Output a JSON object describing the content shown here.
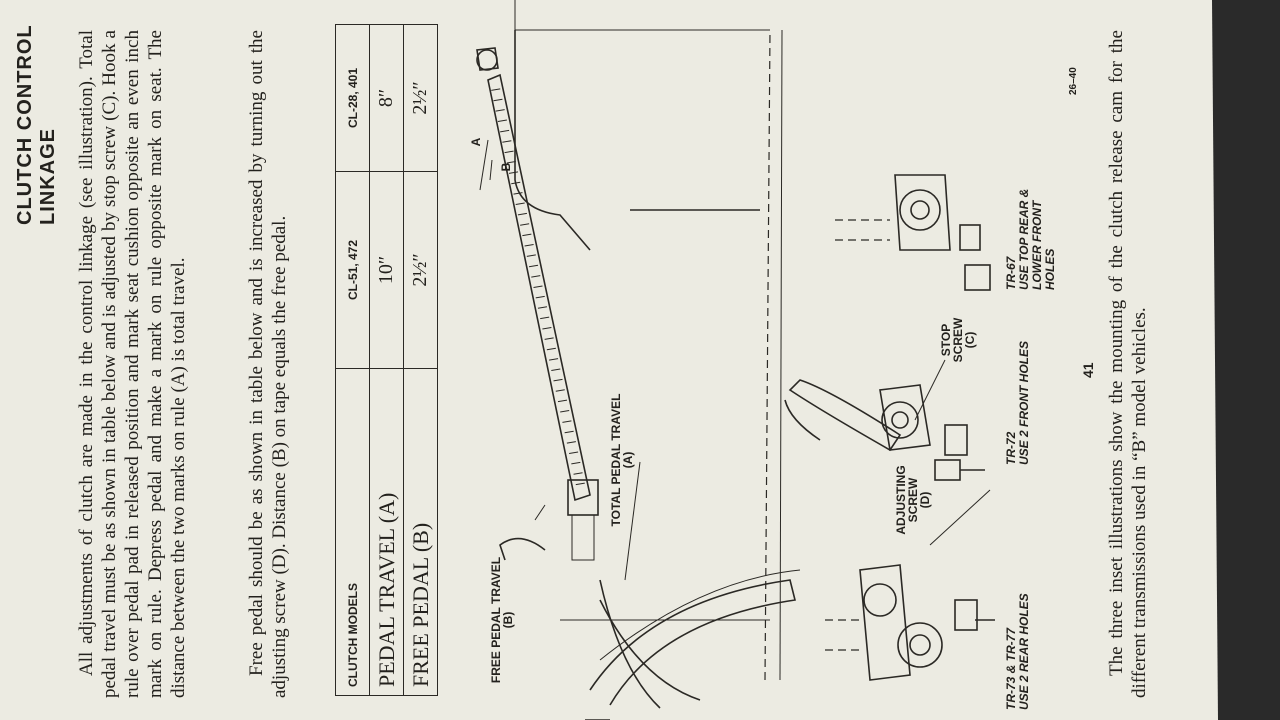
{
  "page": {
    "title": "CLUTCH CONTROL LINKAGE",
    "paragraph1": "All adjustments of clutch are made in the control linkage (see illustration). Total pedal travel must be as shown in table below and is adjusted by stop screw (C). Hook a rule over pedal pad in released position and mark seat cushion opposite an even inch mark on rule. Depress pedal and make a mark on rule opposite mark on seat. The distance between the two marks on rule (A) is total travel.",
    "paragraph2": "Free pedal should be as shown in table below and is increased by turning out the adjusting screw (D). Distance (B) on tape equals the free pedal.",
    "footer_paragraph": "The three inset illustrations show the mounting of the clutch release cam for the different transmissions used in “B” model vehicles.",
    "page_number": "41",
    "figure_number": "26–40"
  },
  "table": {
    "header": [
      "CLUTCH MODELS",
      "CL-51, 472",
      "CL-28, 401"
    ],
    "rows": [
      {
        "label": "PEDAL TRAVEL (A)",
        "values": [
          "10″",
          "8″"
        ]
      },
      {
        "label": "FREE PEDAL (B)",
        "values": [
          "2½″",
          "2½″"
        ]
      }
    ]
  },
  "diagram": {
    "labels": {
      "free_pedal_travel": "FREE PEDAL TRAVEL",
      "free_pedal_travel_sub": "(B)",
      "total_pedal_travel": "TOTAL PEDAL TRAVEL",
      "total_pedal_travel_sub": "(A)",
      "adjusting_screw": "ADJUSTING SCREW",
      "adjusting_screw_sub": "(D)",
      "stop_screw": "STOP SCREW",
      "stop_screw_sub": "(C)",
      "rule_a": "A",
      "rule_b": "B"
    },
    "insets": [
      {
        "model": "TR-73 & TR-77",
        "note": "USE 2 REAR HOLES"
      },
      {
        "model": "TR-72",
        "note": "USE 2 FRONT HOLES"
      },
      {
        "model": "TR-67",
        "note": "USE TOP REAR & LOWER FRONT HOLES"
      }
    ]
  },
  "colors": {
    "paper": "#ecebe2",
    "ink": "#23211d",
    "background": "#2a2a2a"
  }
}
